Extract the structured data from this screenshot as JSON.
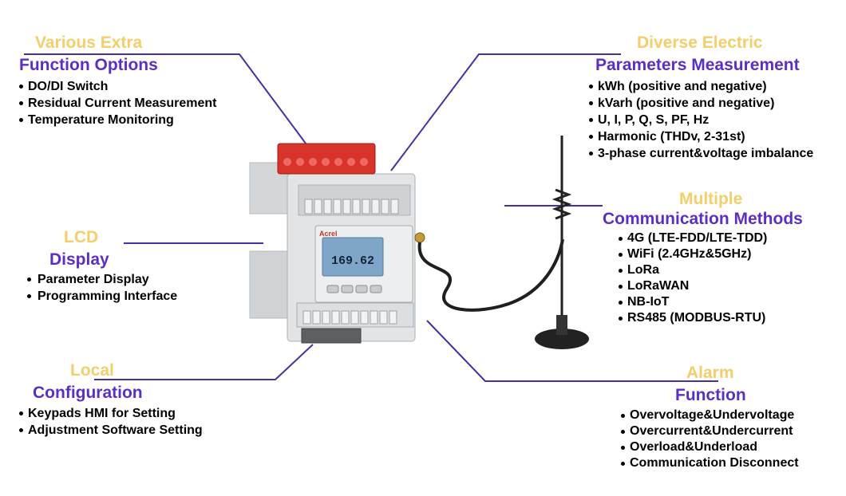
{
  "colors": {
    "title_light": "#f2cf6a",
    "title_dark": "#5b2fc6",
    "leader_line": "#4a2ea3"
  },
  "features": {
    "extra": {
      "title_line1": "Various Extra",
      "title_line2": "Function Options",
      "items": [
        "DO/DI Switch",
        "Residual Current Measurement",
        "Temperature Monitoring"
      ]
    },
    "electric": {
      "title_line1": "Diverse Electric",
      "title_line2": "Parameters Measurement",
      "items": [
        "kWh  (positive and negative)",
        "kVarh (positive and negative)",
        "U, I, P, Q, S, PF, Hz",
        "Harmonic (THDv, 2-31st)",
        "3-phase current&voltage imbalance"
      ]
    },
    "lcd": {
      "title_line1": "LCD",
      "title_line2": "Display",
      "items": [
        "Parameter Display",
        "Programming Interface"
      ]
    },
    "comm": {
      "title_line1": "Multiple",
      "title_line2": "Communication Methods",
      "items": [
        "4G (LTE-FDD/LTE-TDD)",
        "WiFi (2.4GHz&5GHz)",
        "LoRa",
        "LoRaWAN",
        "NB-IoT",
        "RS485 (MODBUS-RTU)"
      ]
    },
    "local": {
      "title_line1": "Local",
      "title_line2": "Configuration",
      "items": [
        "Keypads HMI for Setting",
        "Adjustment Software Setting"
      ]
    },
    "alarm": {
      "title_line1": "Alarm",
      "title_line2": "Function",
      "items": [
        "Overvoltage&Undervoltage",
        "Overcurrent&Undercurrent",
        "Overload&Underload",
        "Communication Disconnect"
      ]
    }
  },
  "device": {
    "brand": "Acrel",
    "display_reading": "169.62",
    "antenna_icon": "antenna-icon"
  }
}
